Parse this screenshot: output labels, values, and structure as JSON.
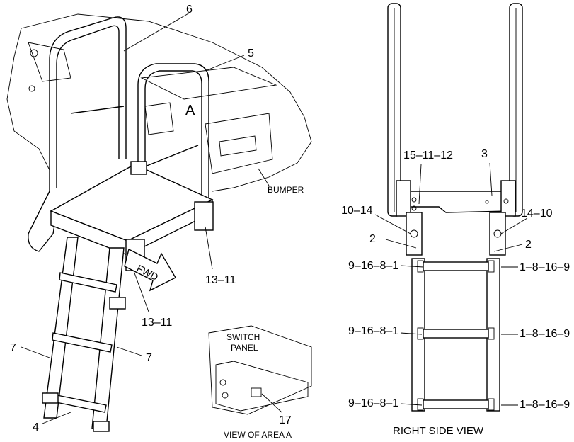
{
  "callouts": {
    "c6": "6",
    "c5": "5",
    "cA": "A",
    "bumper": "BUMPER",
    "c13_11_right": "13–11",
    "c13_11_left": "13–11",
    "c7_left": "7",
    "c7_right": "7",
    "c4": "4",
    "fwd": "FWD",
    "switch_line1": "SWITCH",
    "switch_line2": "PANEL",
    "c17": "17",
    "view_area_a": "VIEW OF AREA  A",
    "c15_11_12": "15–11–12",
    "c3": "3",
    "c10_14": "10–14",
    "c14_10": "14–10",
    "c2_left": "2",
    "c2_right": "2",
    "l_9_16_8_1_a": "9–16–8–1",
    "l_9_16_8_1_b": "9–16–8–1",
    "l_9_16_8_1_c": "9–16–8–1",
    "r_1_8_16_9_a": "1–8–16–9",
    "r_1_8_16_9_b": "1–8–16–9",
    "r_1_8_16_9_c": "1–8–16–9",
    "right_side_view": "RIGHT SIDE VIEW"
  }
}
